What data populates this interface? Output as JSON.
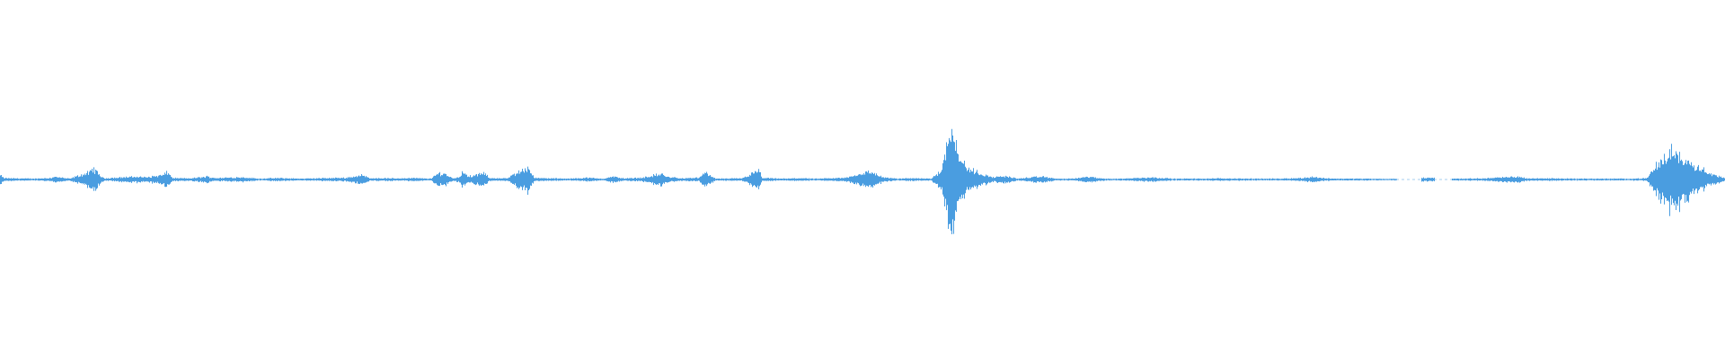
{
  "waveform": {
    "color": "#4a9de0",
    "background": "#ffffff",
    "amplitude_profile": [
      [
        0.0,
        0.03
      ],
      [
        0.002,
        0.01
      ],
      [
        0.01,
        0.008
      ],
      [
        0.02,
        0.006
      ],
      [
        0.03,
        0.012
      ],
      [
        0.031,
        0.02
      ],
      [
        0.04,
        0.006
      ],
      [
        0.052,
        0.05
      ],
      [
        0.054,
        0.08
      ],
      [
        0.056,
        0.05
      ],
      [
        0.06,
        0.008
      ],
      [
        0.07,
        0.015
      ],
      [
        0.08,
        0.02
      ],
      [
        0.084,
        0.015
      ],
      [
        0.094,
        0.03
      ],
      [
        0.097,
        0.05
      ],
      [
        0.1,
        0.01
      ],
      [
        0.11,
        0.008
      ],
      [
        0.12,
        0.02
      ],
      [
        0.125,
        0.01
      ],
      [
        0.14,
        0.016
      ],
      [
        0.15,
        0.006
      ],
      [
        0.16,
        0.01
      ],
      [
        0.175,
        0.006
      ],
      [
        0.19,
        0.01
      ],
      [
        0.2,
        0.012
      ],
      [
        0.21,
        0.03
      ],
      [
        0.214,
        0.01
      ],
      [
        0.23,
        0.008
      ],
      [
        0.24,
        0.01
      ],
      [
        0.25,
        0.006
      ],
      [
        0.254,
        0.045
      ],
      [
        0.258,
        0.04
      ],
      [
        0.262,
        0.01
      ],
      [
        0.266,
        0.015
      ],
      [
        0.268,
        0.06
      ],
      [
        0.271,
        0.02
      ],
      [
        0.276,
        0.03
      ],
      [
        0.28,
        0.045
      ],
      [
        0.284,
        0.01
      ],
      [
        0.294,
        0.008
      ],
      [
        0.306,
        0.09
      ],
      [
        0.31,
        0.01
      ],
      [
        0.32,
        0.008
      ],
      [
        0.33,
        0.006
      ],
      [
        0.34,
        0.012
      ],
      [
        0.35,
        0.006
      ],
      [
        0.355,
        0.02
      ],
      [
        0.362,
        0.008
      ],
      [
        0.372,
        0.012
      ],
      [
        0.384,
        0.04
      ],
      [
        0.386,
        0.02
      ],
      [
        0.395,
        0.008
      ],
      [
        0.405,
        0.012
      ],
      [
        0.408,
        0.05
      ],
      [
        0.415,
        0.006
      ],
      [
        0.43,
        0.008
      ],
      [
        0.44,
        0.06
      ],
      [
        0.442,
        0.01
      ],
      [
        0.455,
        0.006
      ],
      [
        0.465,
        0.01
      ],
      [
        0.472,
        0.005
      ],
      [
        0.48,
        0.008
      ],
      [
        0.49,
        0.012
      ],
      [
        0.5,
        0.045
      ],
      [
        0.506,
        0.05
      ],
      [
        0.512,
        0.015
      ],
      [
        0.52,
        0.006
      ],
      [
        0.53,
        0.01
      ],
      [
        0.54,
        0.006
      ],
      [
        0.546,
        0.07
      ],
      [
        0.549,
        0.25
      ],
      [
        0.552,
        0.45
      ],
      [
        0.555,
        0.2
      ],
      [
        0.558,
        0.12
      ],
      [
        0.561,
        0.08
      ],
      [
        0.564,
        0.06
      ],
      [
        0.567,
        0.05
      ],
      [
        0.57,
        0.035
      ],
      [
        0.576,
        0.015
      ],
      [
        0.583,
        0.025
      ],
      [
        0.59,
        0.006
      ],
      [
        0.598,
        0.015
      ],
      [
        0.605,
        0.02
      ],
      [
        0.612,
        0.006
      ],
      [
        0.622,
        0.006
      ],
      [
        0.632,
        0.02
      ],
      [
        0.636,
        0.01
      ],
      [
        0.645,
        0.005
      ],
      [
        0.655,
        0.008
      ],
      [
        0.668,
        0.015
      ],
      [
        0.68,
        0.006
      ],
      [
        0.695,
        0.006
      ],
      [
        0.71,
        0.008
      ],
      [
        0.725,
        0.006
      ],
      [
        0.74,
        0.006
      ],
      [
        0.755,
        0.01
      ],
      [
        0.762,
        0.02
      ],
      [
        0.766,
        0.01
      ],
      [
        0.776,
        0.006
      ],
      [
        0.79,
        0.006
      ],
      [
        0.805,
        0.004
      ],
      [
        0.826,
        0.012
      ],
      [
        0.83,
        0.012
      ],
      [
        0.845,
        0.006
      ],
      [
        0.86,
        0.008
      ],
      [
        0.872,
        0.015
      ],
      [
        0.88,
        0.02
      ],
      [
        0.886,
        0.008
      ],
      [
        0.9,
        0.008
      ],
      [
        0.915,
        0.006
      ],
      [
        0.93,
        0.006
      ],
      [
        0.945,
        0.006
      ],
      [
        0.955,
        0.008
      ],
      [
        0.962,
        0.12
      ],
      [
        0.97,
        0.2
      ],
      [
        0.978,
        0.14
      ],
      [
        0.986,
        0.08
      ],
      [
        0.992,
        0.04
      ],
      [
        1.0,
        0.01
      ]
    ],
    "gaps": [
      [
        0.81,
        0.824
      ],
      [
        0.832,
        0.842
      ]
    ]
  }
}
